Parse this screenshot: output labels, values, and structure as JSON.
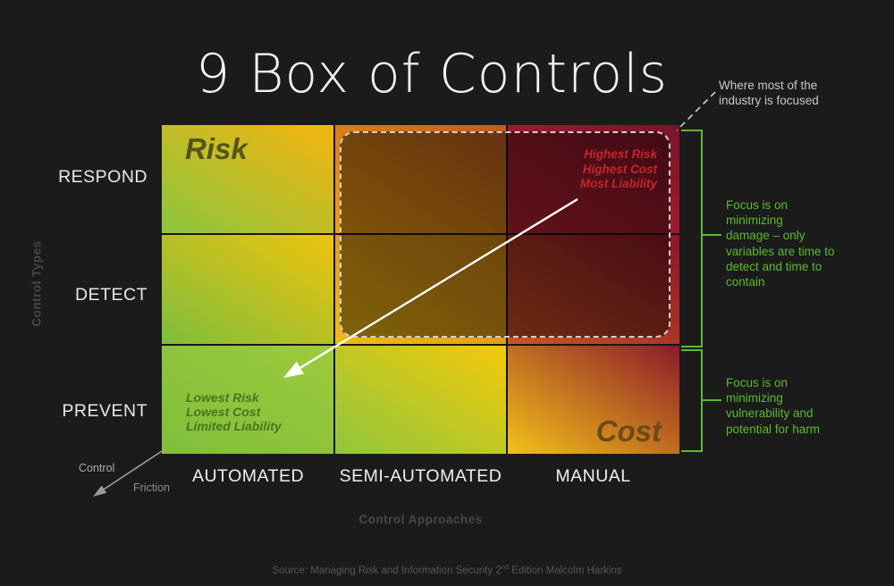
{
  "title": "9 Box of Controls",
  "matrix": {
    "row_axis_label": "Control Types",
    "col_axis_label": "Control Approaches",
    "rows": [
      "RESPOND",
      "DETECT",
      "PREVENT"
    ],
    "cols": [
      "AUTOMATED",
      "SEMI-AUTOMATED",
      "MANUAL"
    ],
    "corner_labels": {
      "risk": "Risk",
      "cost": "Cost"
    },
    "highest_box_lines": [
      "Highest Risk",
      "Highest Cost",
      "Most Liability"
    ],
    "lowest_box_lines": [
      "Lowest Risk",
      "Lowest Cost",
      "Limited Liability"
    ],
    "cells": [
      {
        "name": "respond-automated",
        "from": "#8cc63e",
        "to": "#f5b40f"
      },
      {
        "name": "respond-semi-automated",
        "from": "#f0a011",
        "to": "#c05c1e"
      },
      {
        "name": "respond-manual",
        "from": "#b82232",
        "to": "#7a1428"
      },
      {
        "name": "detect-automated",
        "from": "#7fbe3c",
        "to": "#efc30d"
      },
      {
        "name": "detect-semi-automated",
        "from": "#f0bc12",
        "to": "#d08418"
      },
      {
        "name": "detect-manual",
        "from": "#cc5522",
        "to": "#8a1628"
      },
      {
        "name": "prevent-automated",
        "from": "#7fbe3b",
        "to": "#9dcb3b"
      },
      {
        "name": "prevent-semi-automated",
        "from": "#8fc73d",
        "to": "#f5c80a"
      },
      {
        "name": "prevent-manual",
        "from": "#f2c117",
        "to": "#8d1b2b"
      }
    ]
  },
  "annotations": {
    "industry_focus": {
      "lines": [
        "Where most of the",
        "industry is focused"
      ]
    },
    "focus_damage": {
      "lines": [
        "Focus is on",
        "minimizing",
        "damage – only",
        "variables are time to",
        "detect and time to",
        "contain"
      ]
    },
    "focus_vulnerability": {
      "lines": [
        "Focus is on",
        "minimizing",
        "vulnerability and",
        "potential for harm"
      ]
    },
    "control_friction": {
      "control": "Control",
      "friction": "Friction"
    }
  },
  "source": {
    "prefix": "Source: Managing Risk and Information Security 2",
    "superscript": "nd",
    "suffix": " Edition Malcolm Harkins"
  },
  "colors": {
    "background": "#1b1b1b",
    "accent_green": "#5bbb2e",
    "highest_text_red": "#c1272d",
    "lowest_text_green": "#48761f",
    "risk_label": "#54551c",
    "cost_label": "#6e4a15",
    "dashed_region_border": "#cfcfcf",
    "white_arrow": "#ffffff",
    "gray_arrow": "#9a9a9a",
    "muted_axis_text": "#474747"
  }
}
